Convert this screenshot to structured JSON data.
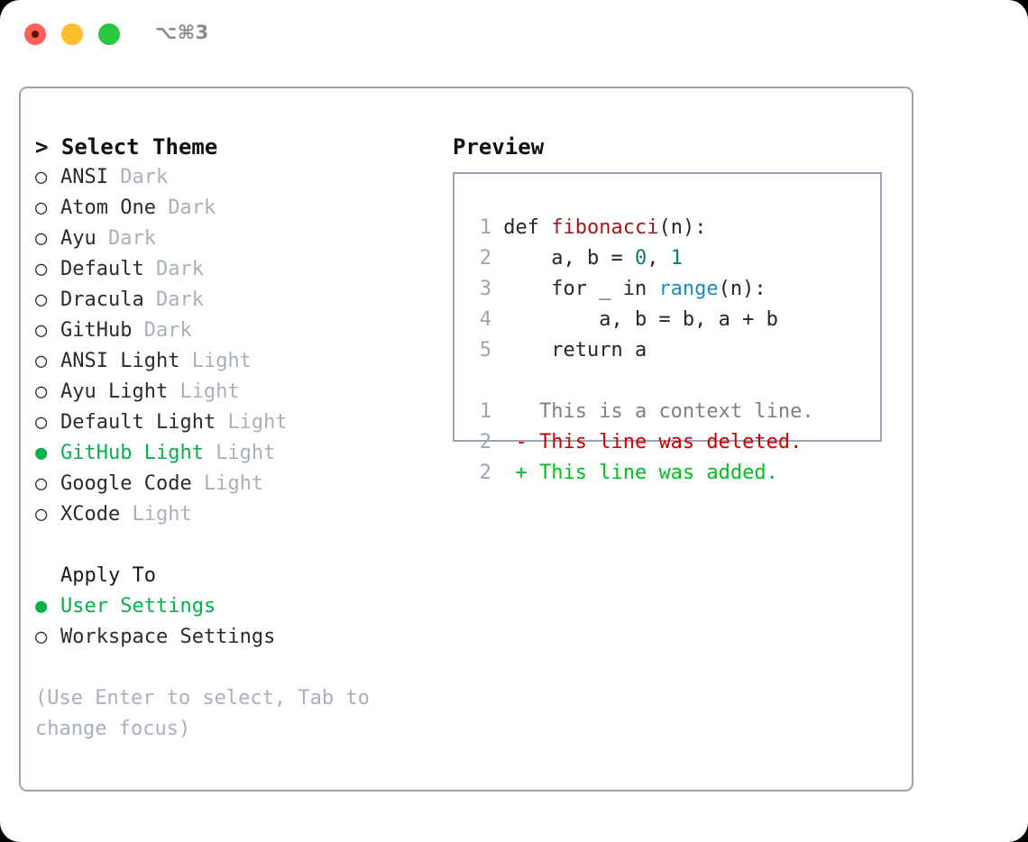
{
  "titlebar": {
    "shortcut": "⌥⌘3",
    "lights": [
      "close-red",
      "minimize-yellow",
      "zoom-green"
    ]
  },
  "theme_picker": {
    "heading": "> Select Theme",
    "items": [
      {
        "marker": "○",
        "label": "ANSI",
        "variant": "Dark",
        "selected": false
      },
      {
        "marker": "○",
        "label": "Atom One",
        "variant": "Dark",
        "selected": false
      },
      {
        "marker": "○",
        "label": "Ayu",
        "variant": "Dark",
        "selected": false
      },
      {
        "marker": "○",
        "label": "Default",
        "variant": "Dark",
        "selected": false
      },
      {
        "marker": "○",
        "label": "Dracula",
        "variant": "Dark",
        "selected": false
      },
      {
        "marker": "○",
        "label": "GitHub",
        "variant": "Dark",
        "selected": false
      },
      {
        "marker": "○",
        "label": "ANSI Light",
        "variant": "Light",
        "selected": false
      },
      {
        "marker": "○",
        "label": "Ayu Light",
        "variant": "Light",
        "selected": false
      },
      {
        "marker": "○",
        "label": "Default Light",
        "variant": "Light",
        "selected": false
      },
      {
        "marker": "●",
        "label": "GitHub Light",
        "variant": "Light",
        "selected": true
      },
      {
        "marker": "○",
        "label": "Google Code",
        "variant": "Light",
        "selected": false
      },
      {
        "marker": "○",
        "label": "XCode",
        "variant": "Light",
        "selected": false
      }
    ]
  },
  "apply_to": {
    "title": "Apply To",
    "items": [
      {
        "marker": "●",
        "label": "User Settings",
        "selected": true
      },
      {
        "marker": "○",
        "label": "Workspace Settings",
        "selected": false
      }
    ]
  },
  "hint": "(Use Enter to select, Tab to change focus)",
  "preview": {
    "heading": "Preview",
    "code_lines": [
      {
        "num": "1",
        "tokens": [
          {
            "t": "def ",
            "c": "ctext"
          },
          {
            "t": "fibonacci",
            "c": "tok-fn"
          },
          {
            "t": "(n):",
            "c": "ctext"
          }
        ]
      },
      {
        "num": "2",
        "tokens": [
          {
            "t": "    a, b = ",
            "c": "ctext"
          },
          {
            "t": "0",
            "c": "tok-num"
          },
          {
            "t": ", ",
            "c": "ctext"
          },
          {
            "t": "1",
            "c": "tok-num"
          }
        ]
      },
      {
        "num": "3",
        "tokens": [
          {
            "t": "    for _ in ",
            "c": "ctext"
          },
          {
            "t": "range",
            "c": "tok-call"
          },
          {
            "t": "(n):",
            "c": "ctext"
          }
        ]
      },
      {
        "num": "4",
        "tokens": [
          {
            "t": "        a, b = b, a + b",
            "c": "ctext"
          }
        ]
      },
      {
        "num": "5",
        "tokens": [
          {
            "t": "    return a",
            "c": "ctext"
          }
        ]
      }
    ],
    "diff_lines": [
      {
        "num": "1",
        "text": "  This is a context line.",
        "kind": "diff-context"
      },
      {
        "num": "2",
        "text": "- This line was deleted.",
        "kind": "diff-del"
      },
      {
        "num": "2",
        "text": "+ This line was added.",
        "kind": "diff-add"
      }
    ]
  },
  "colors": {
    "accent_green": "#06b04a",
    "muted": "#a9b0bd",
    "border": "#9aa5b5",
    "diff_delete": "#cc0000",
    "diff_add": "#00c020",
    "token_function": "#a01818",
    "token_number": "#0f7b7b",
    "token_call": "#1a8cc0",
    "light_red": "#ff5f57",
    "light_yellow": "#ffbd2e",
    "light_green": "#28c840"
  }
}
